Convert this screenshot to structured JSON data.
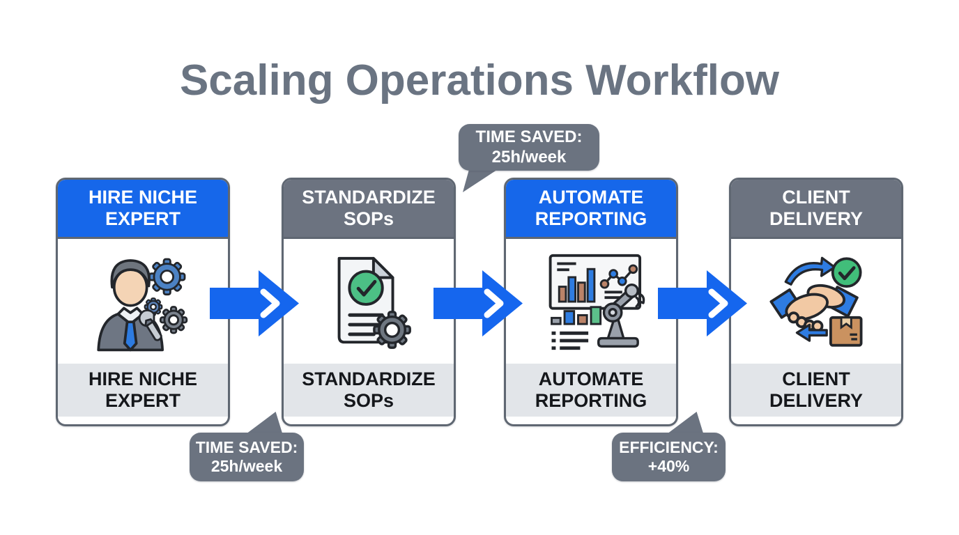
{
  "title": "Scaling Operations Workflow",
  "steps": [
    {
      "id": "hire-niche-expert",
      "header": "HIRE NICHE EXPERT",
      "footer": "HIRE NICHE EXPERT",
      "header_style": "blue",
      "icon": "expert-gears-icon"
    },
    {
      "id": "standardize-sops",
      "header": "STANDARDIZE SOPs",
      "footer": "STANDARDIZE SOPs",
      "header_style": "gray",
      "icon": "document-check-gear-icon"
    },
    {
      "id": "automate-reporting",
      "header": "AUTOMATE REPORTING",
      "footer": "AUTOMATE REPORTING",
      "header_style": "blue",
      "icon": "dashboard-robot-arm-icon"
    },
    {
      "id": "client-delivery",
      "header": "CLIENT DELIVERY",
      "footer": "CLIENT DELIVERY",
      "header_style": "gray",
      "icon": "handshake-delivery-icon"
    }
  ],
  "arrows": {
    "count": 3,
    "direction": "right",
    "color": "#1566ee"
  },
  "callouts": [
    {
      "id": "time-saved-top",
      "line1": "TIME SAVED:",
      "line2": "25h/week",
      "position": "above-automate-reporting",
      "tail": "bottom-left"
    },
    {
      "id": "time-saved-bottom-left",
      "line1": "TIME SAVED:",
      "line2": "25h/week",
      "position": "below-between-steps-1-2",
      "tail": "top-right"
    },
    {
      "id": "efficiency-bottom-right",
      "line1": "EFFICIENCY:",
      "line2": "+40%",
      "position": "below-between-steps-3-4",
      "tail": "top-right"
    }
  ],
  "colors": {
    "accent_blue": "#1667ea",
    "slate_gray": "#6c7380",
    "card_border": "#5f6772",
    "footer_band": "#e2e5e9",
    "title_text": "#6a7482",
    "callout_bg": "#6b7380",
    "success_green": "#41be7a"
  }
}
